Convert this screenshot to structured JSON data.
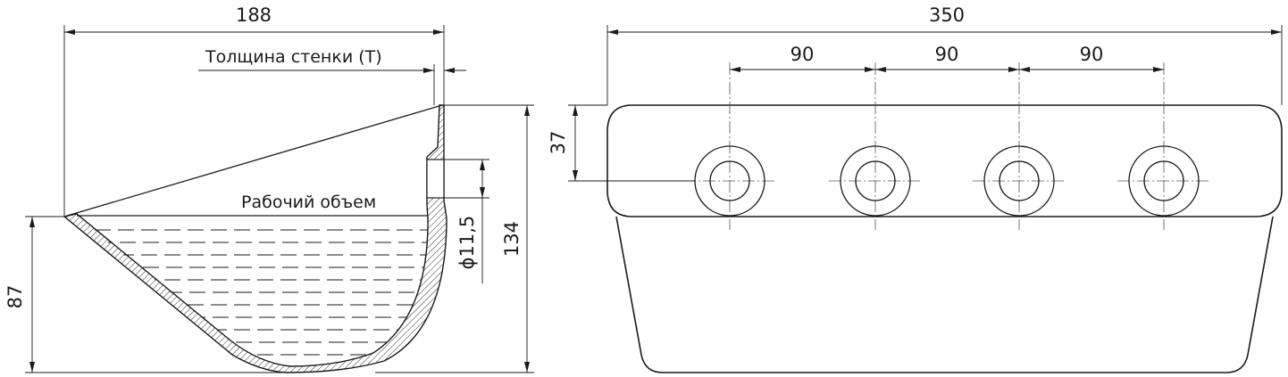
{
  "side_view": {
    "width_dim": "188",
    "wall_label": "Толщина стенки (T)",
    "volume_label": "Рабочий объем",
    "hole_dim": "ϕ11,5",
    "height_dim": "134",
    "fill_height_dim": "87"
  },
  "front_view": {
    "width_dim": "350",
    "pitch_dims": [
      "90",
      "90",
      "90"
    ],
    "hole_offset_dim": "37"
  },
  "colors": {
    "line": "#1a1a1a",
    "hatch": "#1a1a1a",
    "background": "#ffffff"
  }
}
